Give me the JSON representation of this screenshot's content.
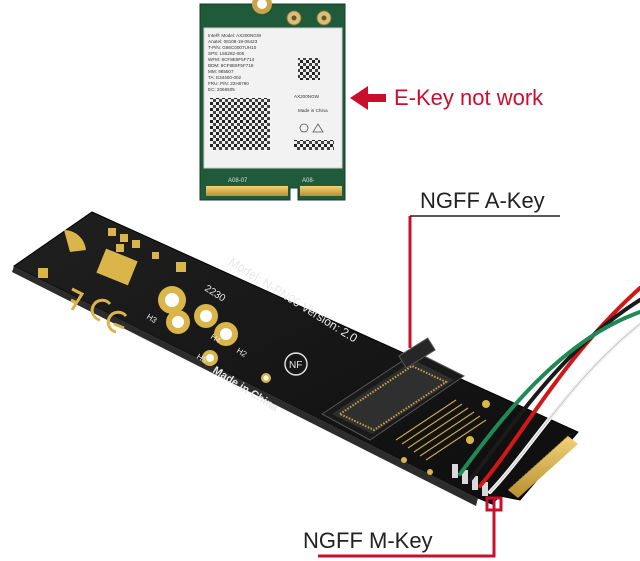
{
  "annotations": {
    "ekey": "E-Key not work",
    "akey": "NGFF A-Key",
    "mkey": "NGFF M-Key"
  },
  "wifi_card": {
    "lines": [
      "Intel® Model: AX200NGW",
      "Anatel: 08108-19-06423",
      "T-P/N: G86C0007UH10",
      "SPS: L55282-005",
      "WFM: 8CF8E8F5F714",
      "BDM: 8CF8E8F5F718",
      "MM: 985507",
      "TA: E34400-002",
      "FRU: P/N: 22H8790",
      "EC: 2066505"
    ],
    "made_in": "Made in China",
    "model_code": "AX200NGW",
    "edge_left": "A08-07",
    "edge_right": "A08-"
  },
  "adapter_board": {
    "model": "Model: N-PN06 Version: 2.0",
    "made_in": "Made in China",
    "size": "2230",
    "holes": [
      "H2",
      "H3",
      "H4",
      "H5"
    ],
    "brand": "NF"
  },
  "colors": {
    "label_red": "#c8102e",
    "pcb_green": "#1f5a3a",
    "pcb_black": "#141414",
    "gold": "#d9b54a"
  }
}
